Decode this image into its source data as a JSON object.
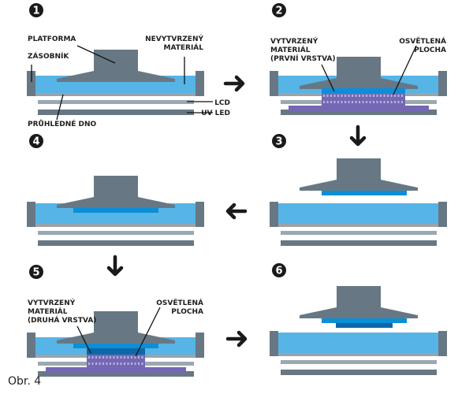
{
  "colors": {
    "frame": "#677884",
    "liquid": "#56b4e6",
    "bottom": "#9aa3a9",
    "lcd": "#9aa8b1",
    "uvled": "#677884",
    "cured1": "#0a8fd8",
    "cured2": "#0c68a8",
    "light": "#7468b4",
    "arrow": "#1a1a1a",
    "badge": "#1a1a1a"
  },
  "panels": [
    {
      "number": "1",
      "state": "initial",
      "labels": {
        "platform": "PLATFORMA",
        "tank": "ZÁSOBNÍK",
        "uncured_1": "NEVYTVRZENÝ",
        "uncured_2": "MATERIÁL",
        "lcd": "LCD",
        "uvled": "UV LED",
        "bottom": "PRŮHLEDNÉ DNO"
      }
    },
    {
      "number": "2",
      "state": "exposing-first-layer",
      "labels": {
        "cured_1": "VYTVRZENÝ",
        "cured_2": "MATERIÁL",
        "cured_3": "(PRVNÍ VRSTVA)",
        "lit_1": "OSVĚTLENÁ",
        "lit_2": "PLOCHA"
      }
    },
    {
      "number": "3",
      "state": "lifted-one-layer"
    },
    {
      "number": "4",
      "state": "lowered"
    },
    {
      "number": "5",
      "state": "exposing-second-layer",
      "labels": {
        "cured_1": "VYTVRZENÝ",
        "cured_2": "MATERIÁL",
        "cured_3": "(DRUHÁ VRSTVA)",
        "lit_1": "OSVĚTLENÁ",
        "lit_2": "PLOCHA"
      }
    },
    {
      "number": "6",
      "state": "lifted-two-layers"
    }
  ],
  "arrows": [
    "right",
    "down",
    "left",
    "down",
    "right"
  ],
  "caption": "Obr. 4"
}
